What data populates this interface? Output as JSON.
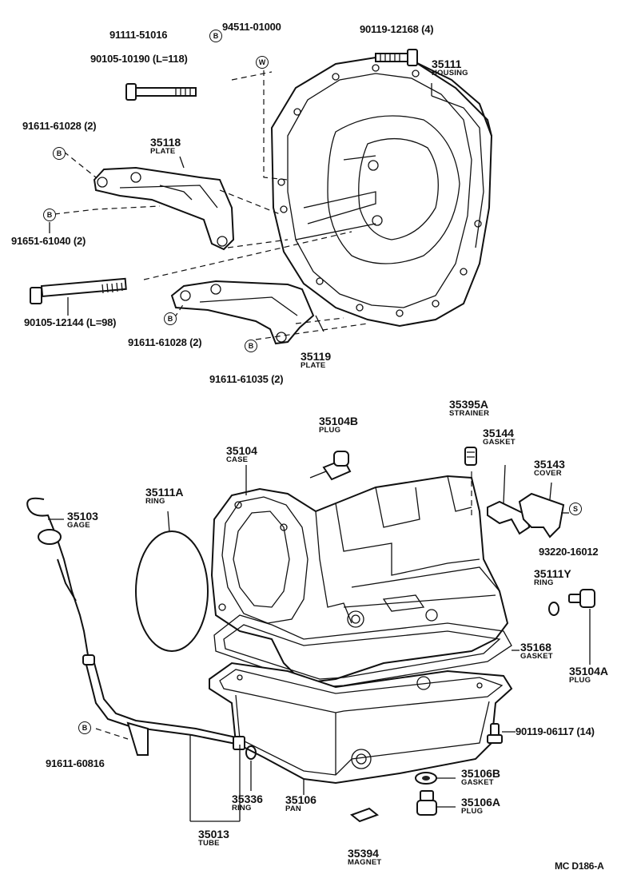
{
  "labels": {
    "p91111": "91111-51016",
    "p94511": "94511-01000",
    "p90119a": "90119-12168 (4)",
    "p90105a": "90105-10190 (L=118)",
    "p91611a": "91611-61028 (2)",
    "p91651": "91651-61040 (2)",
    "p90105b": "90105-12144 (L=98)",
    "p91611b": "91611-61028 (2)",
    "p91611c": "91611-61035 (2)",
    "p93220": "93220-16012",
    "p90119b": "90119-06117 (14)",
    "p91611d": "91611-60816",
    "ref": "MC D186-A"
  },
  "parts": {
    "housing": {
      "num": "35111",
      "name": "HOUSING"
    },
    "plate1": {
      "num": "35118",
      "name": "PLATE"
    },
    "plate2": {
      "num": "35119",
      "name": "PLATE"
    },
    "strainer": {
      "num": "35395A",
      "name": "STRAINER"
    },
    "plugB": {
      "num": "35104B",
      "name": "PLUG"
    },
    "gasket1": {
      "num": "35144",
      "name": "GASKET"
    },
    "case": {
      "num": "35104",
      "name": "CASE"
    },
    "cover": {
      "num": "35143",
      "name": "COVER"
    },
    "ring1": {
      "num": "35111A",
      "name": "RING"
    },
    "gage": {
      "num": "35103",
      "name": "GAGE"
    },
    "ringY": {
      "num": "35111Y",
      "name": "RING"
    },
    "gasket2": {
      "num": "35168",
      "name": "GASKET"
    },
    "plugA": {
      "num": "35104A",
      "name": "PLUG"
    },
    "gasket3": {
      "num": "35106B",
      "name": "GASKET"
    },
    "plug3": {
      "num": "35106A",
      "name": "PLUG"
    },
    "ring2": {
      "num": "35336",
      "name": "RING"
    },
    "pan": {
      "num": "35106",
      "name": "PAN"
    },
    "tube": {
      "num": "35013",
      "name": "TUBE"
    },
    "magnet": {
      "num": "35394",
      "name": "MAGNET"
    }
  },
  "badges": {
    "b": "B",
    "w": "W",
    "s": "S"
  }
}
